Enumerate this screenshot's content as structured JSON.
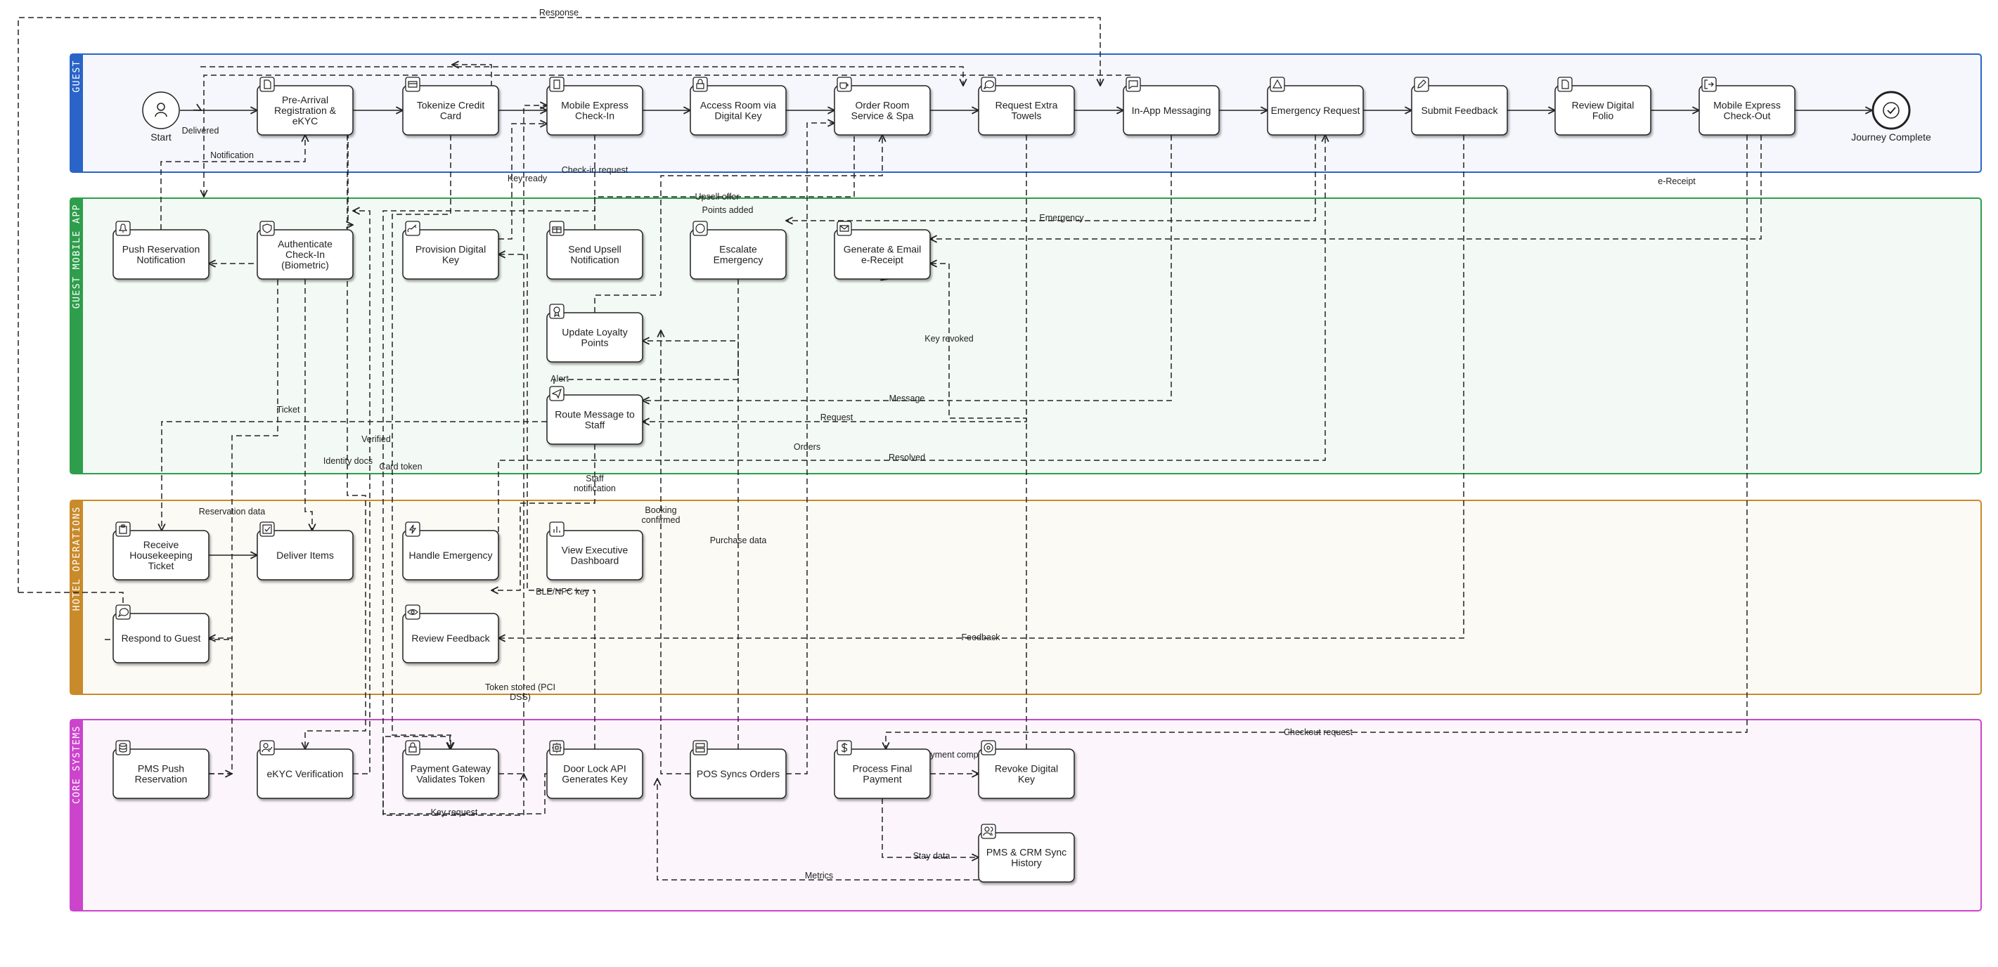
{
  "lanes": [
    {
      "id": "guest",
      "title": "GUEST",
      "color": "#2a64c8",
      "fill": "#f5f7fc"
    },
    {
      "id": "app",
      "title": "GUEST MOBILE APP",
      "color": "#2e9e4c",
      "fill": "#f3faf5"
    },
    {
      "id": "ops",
      "title": "HOTEL OPERATIONS",
      "color": "#c98a2a",
      "fill": "#fcfaf5"
    },
    {
      "id": "core",
      "title": "CORE SYSTEMS",
      "color": "#cc44cc",
      "fill": "#fcf6fc"
    }
  ],
  "events": [
    {
      "id": "start",
      "label": "Start",
      "icon": "user-icon"
    },
    {
      "id": "end",
      "label": "Journey Complete",
      "icon": "check-icon"
    }
  ],
  "nodes": [
    {
      "id": "prearrival",
      "label": "Pre-Arrival Registration & eKYC",
      "icon": "document-icon"
    },
    {
      "id": "tokenize",
      "label": "Tokenize Credit Card",
      "icon": "credit-card-icon"
    },
    {
      "id": "express_in",
      "label": "Mobile Express Check-In",
      "icon": "phone-icon"
    },
    {
      "id": "access_room",
      "label": "Access Room via Digital Key",
      "icon": "lock-icon"
    },
    {
      "id": "room_service",
      "label": "Order Room Service & Spa",
      "icon": "coffee-icon"
    },
    {
      "id": "towels",
      "label": "Request Extra Towels",
      "icon": "chat-icon"
    },
    {
      "id": "messaging",
      "label": "In-App Messaging",
      "icon": "message-icon"
    },
    {
      "id": "emergency_req",
      "label": "Emergency Request",
      "icon": "alert-icon"
    },
    {
      "id": "feedback",
      "label": "Submit Feedback",
      "icon": "pencil-icon"
    },
    {
      "id": "folio",
      "label": "Review Digital Folio",
      "icon": "file-icon"
    },
    {
      "id": "express_out",
      "label": "Mobile Express Check-Out",
      "icon": "logout-icon"
    },
    {
      "id": "push_notif",
      "label": "Push Reservation Notification",
      "icon": "bell-icon"
    },
    {
      "id": "auth",
      "label": "Authenticate Check-In (Biometric)",
      "icon": "shield-icon"
    },
    {
      "id": "provision_key",
      "label": "Provision Digital Key",
      "icon": "key-icon"
    },
    {
      "id": "upsell",
      "label": "Send Upsell Notification",
      "icon": "gift-icon"
    },
    {
      "id": "escalate",
      "label": "Escalate Emergency",
      "icon": "circle-icon"
    },
    {
      "id": "ereceipt",
      "label": "Generate & Email e-Receipt",
      "icon": "mail-icon"
    },
    {
      "id": "loyalty",
      "label": "Update Loyalty Points",
      "icon": "award-icon"
    },
    {
      "id": "route_msg",
      "label": "Route Message to Staff",
      "icon": "send-icon"
    },
    {
      "id": "hk_ticket",
      "label": "Receive Housekeeping Ticket",
      "icon": "clipboard-icon"
    },
    {
      "id": "deliver",
      "label": "Deliver Items",
      "icon": "check-square-icon"
    },
    {
      "id": "handle_emerg",
      "label": "Handle Emergency",
      "icon": "bolt-icon"
    },
    {
      "id": "dashboard",
      "label": "View Executive Dashboard",
      "icon": "bar-chart-icon"
    },
    {
      "id": "respond",
      "label": "Respond to Guest",
      "icon": "chat-icon"
    },
    {
      "id": "review_fb",
      "label": "Review Feedback",
      "icon": "eye-icon"
    },
    {
      "id": "pms_push",
      "label": "PMS Push Reservation",
      "icon": "database-icon"
    },
    {
      "id": "ekyc",
      "label": "eKYC Verification",
      "icon": "user-check-icon"
    },
    {
      "id": "payment_gw",
      "label": "Payment Gateway Validates Token",
      "icon": "lock-icon"
    },
    {
      "id": "door_lock",
      "label": "Door Lock API Generates Key",
      "icon": "cpu-icon"
    },
    {
      "id": "pos",
      "label": "POS Syncs Orders",
      "icon": "server-icon"
    },
    {
      "id": "final_pay",
      "label": "Process Final Payment",
      "icon": "dollar-icon"
    },
    {
      "id": "revoke",
      "label": "Revoke Digital Key",
      "icon": "target-icon"
    },
    {
      "id": "crm",
      "label": "PMS & CRM Sync History",
      "icon": "users-icon"
    }
  ],
  "edge_labels": [
    "Response",
    "Delivered",
    "Notification",
    "Check-in request",
    "Key ready",
    "Upsell offer",
    "Points added",
    "Emergency",
    "e-Receipt",
    "Key revoked",
    "Alert",
    "Ticket",
    "Message",
    "Request",
    "Orders",
    "Verified",
    "Identity docs",
    "Card token",
    "Resolved",
    "Staff notification",
    "Reservation data",
    "Booking confirmed",
    "Purchase data",
    "BLE/NFC key",
    "Feedback",
    "Token stored (PCI DSS)",
    "Checkout request",
    "Payment complete",
    "Key request",
    "Stay data",
    "Metrics"
  ]
}
